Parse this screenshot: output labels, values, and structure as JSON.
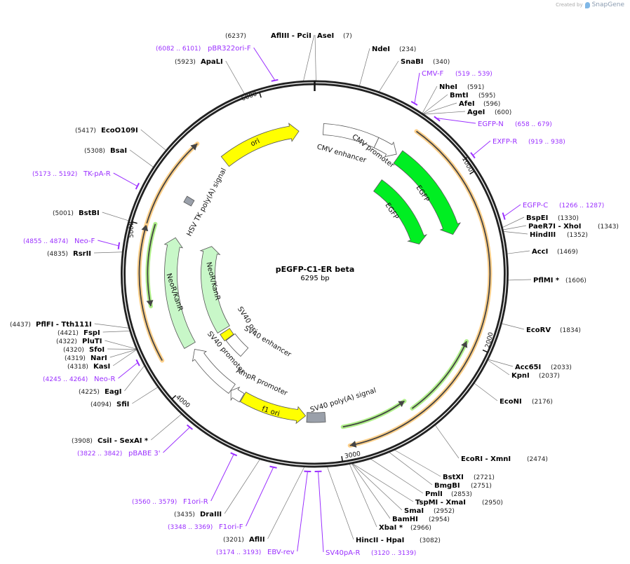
{
  "credit": {
    "prefix": "Created by",
    "brand": "SnapGene",
    "icon": "snapgene-logo-icon"
  },
  "plasmid": {
    "name": "pEGFP-C1-ER beta",
    "length_label": "6295 bp",
    "length_bp": 6295
  },
  "ticks": [
    "1000",
    "2000",
    "3000",
    "4000",
    "5000",
    "6000"
  ],
  "colors": {
    "backbone": "#222222",
    "primer": "#9b30ff",
    "egfp": "#00ee22",
    "origin": "#ffff00",
    "resistance": "#c8f7c8",
    "polyA": "#9aa0aa",
    "promoter": "#ffffff",
    "orf_orange": "#ffd08a",
    "orf_green": "#b0f08a"
  },
  "features": [
    {
      "label": "CMV enhancer",
      "start": 60,
      "end": 440,
      "direction": "forward",
      "color": "#ffffff",
      "head": false
    },
    {
      "label": "CMV promoter",
      "start": 440,
      "end": 600,
      "direction": "forward",
      "color": "#ffffff",
      "head": true
    },
    {
      "label": "EGFP",
      "start": 620,
      "end": 1295,
      "direction": "forward",
      "color": "#00ee22",
      "head": true
    },
    {
      "label": "EGFP",
      "start": 620,
      "end": 1295,
      "direction": "forward",
      "color": "#00ee22",
      "head": true
    },
    {
      "label": "ori",
      "start": 5622,
      "end": 6185,
      "direction": "forward",
      "color": "#ffff00",
      "head": true
    },
    {
      "label": "HSV TK poly(A) signal",
      "start": 5225,
      "end": 5270,
      "direction": "none",
      "color": "#9aa0aa",
      "head": false
    },
    {
      "label": "NeoR/KanR",
      "start": 4200,
      "end": 4977,
      "direction": "forward",
      "color": "#c8f7c8",
      "head": true
    },
    {
      "label": "NeoR/KanR",
      "start": 4172,
      "end": 4983,
      "direction": "forward",
      "color": "#c8f7c8",
      "head": true
    },
    {
      "label": "SV40 ori",
      "start": 4080,
      "end": 4150,
      "direction": "none",
      "color": "#ffff00",
      "head": false
    },
    {
      "label": "SV40 enhancer",
      "start": 3880,
      "end": 4075,
      "direction": "none",
      "color": "#ffffff",
      "head": false
    },
    {
      "label": "SV40 promoter",
      "start": 3772,
      "end": 4159,
      "direction": "forward",
      "color": "#ffffff",
      "head": true
    },
    {
      "label": "AmpR promoter",
      "start": 3680,
      "end": 3770,
      "direction": "forward",
      "color": "#ffffff",
      "head": true
    },
    {
      "label": "f1 ori",
      "start": 3211,
      "end": 3675,
      "direction": "reverse",
      "color": "#ffff00",
      "head": true
    },
    {
      "label": "SV40 poly(A) signal",
      "start": 3074,
      "end": 3202,
      "direction": "none",
      "color": "#9aa0aa",
      "head": false
    }
  ],
  "orfs": [
    {
      "start": 620,
      "end": 2945,
      "direction": "forward",
      "color": "#ffd08a"
    },
    {
      "start": 4203,
      "end": 5008,
      "direction": "forward",
      "color": "#ffd08a"
    },
    {
      "start": 5015,
      "end": 5561,
      "direction": "forward",
      "color": "#ffd08a"
    },
    {
      "start": 4526,
      "end": 5026,
      "direction": "reverse",
      "color": "#b0f08a"
    },
    {
      "start": 1992,
      "end": 2520,
      "direction": "reverse",
      "color": "#b0f08a"
    },
    {
      "start": 2532,
      "end": 2965,
      "direction": "reverse",
      "color": "#b0f08a"
    }
  ],
  "enzymes": [
    {
      "name": "AseI",
      "pos": "(7)",
      "bp": 7
    },
    {
      "name": "NdeI",
      "pos": "(234)",
      "bp": 234
    },
    {
      "name": "SnaBI",
      "pos": "(340)",
      "bp": 340
    },
    {
      "name": "NheI",
      "pos": "(591)",
      "bp": 591
    },
    {
      "name": "BmtI",
      "pos": "(595)",
      "bp": 595
    },
    {
      "name": "AfeI",
      "pos": "(596)",
      "bp": 596
    },
    {
      "name": "AgeI",
      "pos": "(600)",
      "bp": 600
    },
    {
      "name": "BspEI",
      "pos": "(1330)",
      "bp": 1330
    },
    {
      "name": "PaeR7I  - XhoI",
      "pos": "(1343)",
      "bp": 1343
    },
    {
      "name": "HindIII",
      "pos": "(1352)",
      "bp": 1352
    },
    {
      "name": "AccI",
      "pos": "(1469)",
      "bp": 1469
    },
    {
      "name": "PflMI *",
      "pos": "(1606)",
      "bp": 1606
    },
    {
      "name": "EcoRV",
      "pos": "(1834)",
      "bp": 1834
    },
    {
      "name": "Acc65I",
      "pos": "(2033)",
      "bp": 2033
    },
    {
      "name": "KpnI",
      "pos": "(2037)",
      "bp": 2037
    },
    {
      "name": "EcoNI",
      "pos": "(2176)",
      "bp": 2176
    },
    {
      "name": "EcoRI  - XmnI",
      "pos": "(2474)",
      "bp": 2474
    },
    {
      "name": "BstXI",
      "pos": "(2721)",
      "bp": 2721
    },
    {
      "name": "BmgBI",
      "pos": "(2751)",
      "bp": 2751
    },
    {
      "name": "PmlI",
      "pos": "(2853)",
      "bp": 2853
    },
    {
      "name": "TspMI  - XmaI",
      "pos": "(2950)",
      "bp": 2950
    },
    {
      "name": "SmaI",
      "pos": "(2952)",
      "bp": 2952
    },
    {
      "name": "BamHI",
      "pos": "(2954)",
      "bp": 2954
    },
    {
      "name": "XbaI *",
      "pos": "(2966)",
      "bp": 2966
    },
    {
      "name": "HincII  - HpaI",
      "pos": "(3082)",
      "bp": 3082
    },
    {
      "name": "AflIII  - PciI",
      "pos": "(6237)",
      "bp": 6237
    },
    {
      "name": "ApaLI",
      "pos": "(5923)",
      "bp": 5923
    },
    {
      "name": "EcoO109I",
      "pos": "(5417)",
      "bp": 5417
    },
    {
      "name": "BsaI",
      "pos": "(5308)",
      "bp": 5308
    },
    {
      "name": "BstBI",
      "pos": "(5001)",
      "bp": 5001
    },
    {
      "name": "RsrII",
      "pos": "(4835)",
      "bp": 4835
    },
    {
      "name": "PflFI  - Tth111I",
      "pos": "(4437)",
      "bp": 4437
    },
    {
      "name": "FspI",
      "pos": "(4421)",
      "bp": 4421
    },
    {
      "name": "PluTI",
      "pos": "(4322)",
      "bp": 4322
    },
    {
      "name": "SfoI",
      "pos": "(4320)",
      "bp": 4320
    },
    {
      "name": "NarI",
      "pos": "(4319)",
      "bp": 4319
    },
    {
      "name": "KasI",
      "pos": "(4318)",
      "bp": 4318
    },
    {
      "name": "EagI",
      "pos": "(4225)",
      "bp": 4225
    },
    {
      "name": "SfiI",
      "pos": "(4094)",
      "bp": 4094
    },
    {
      "name": "CsiI  - SexAI *",
      "pos": "(3908)",
      "bp": 3908
    },
    {
      "name": "DraIII",
      "pos": "(3435)",
      "bp": 3435
    },
    {
      "name": "AflII",
      "pos": "(3201)",
      "bp": 3201
    }
  ],
  "primers": [
    {
      "name": "CMV-F",
      "pos": "(519 .. 539)",
      "start": 519,
      "end": 539
    },
    {
      "name": "EGFP-N",
      "pos": "(658 .. 679)",
      "start": 658,
      "end": 679
    },
    {
      "name": "EXFP-R",
      "pos": "(919 .. 938)",
      "start": 919,
      "end": 938
    },
    {
      "name": "EGFP-C",
      "pos": "(1266 .. 1287)",
      "start": 1266,
      "end": 1287
    },
    {
      "name": "SV40pA-R",
      "pos": "(3120 .. 3139)",
      "start": 3120,
      "end": 3139
    },
    {
      "name": "pBR322ori-F",
      "pos": "(6082 .. 6101)",
      "start": 6082,
      "end": 6101
    },
    {
      "name": "TK-pA-R",
      "pos": "(5173 .. 5192)",
      "start": 5173,
      "end": 5192
    },
    {
      "name": "Neo-F",
      "pos": "(4855 .. 4874)",
      "start": 4855,
      "end": 4874
    },
    {
      "name": "Neo-R",
      "pos": "(4245 .. 4264)",
      "start": 4245,
      "end": 4264
    },
    {
      "name": "pBABE 3'",
      "pos": "(3822 .. 3842)",
      "start": 3822,
      "end": 3842
    },
    {
      "name": "F1ori-R",
      "pos": "(3560 .. 3579)",
      "start": 3560,
      "end": 3579
    },
    {
      "name": "F1ori-F",
      "pos": "(3348 .. 3369)",
      "start": 3348,
      "end": 3369
    },
    {
      "name": "EBV-rev",
      "pos": "(3174 .. 3193)",
      "start": 3174,
      "end": 3193
    }
  ]
}
